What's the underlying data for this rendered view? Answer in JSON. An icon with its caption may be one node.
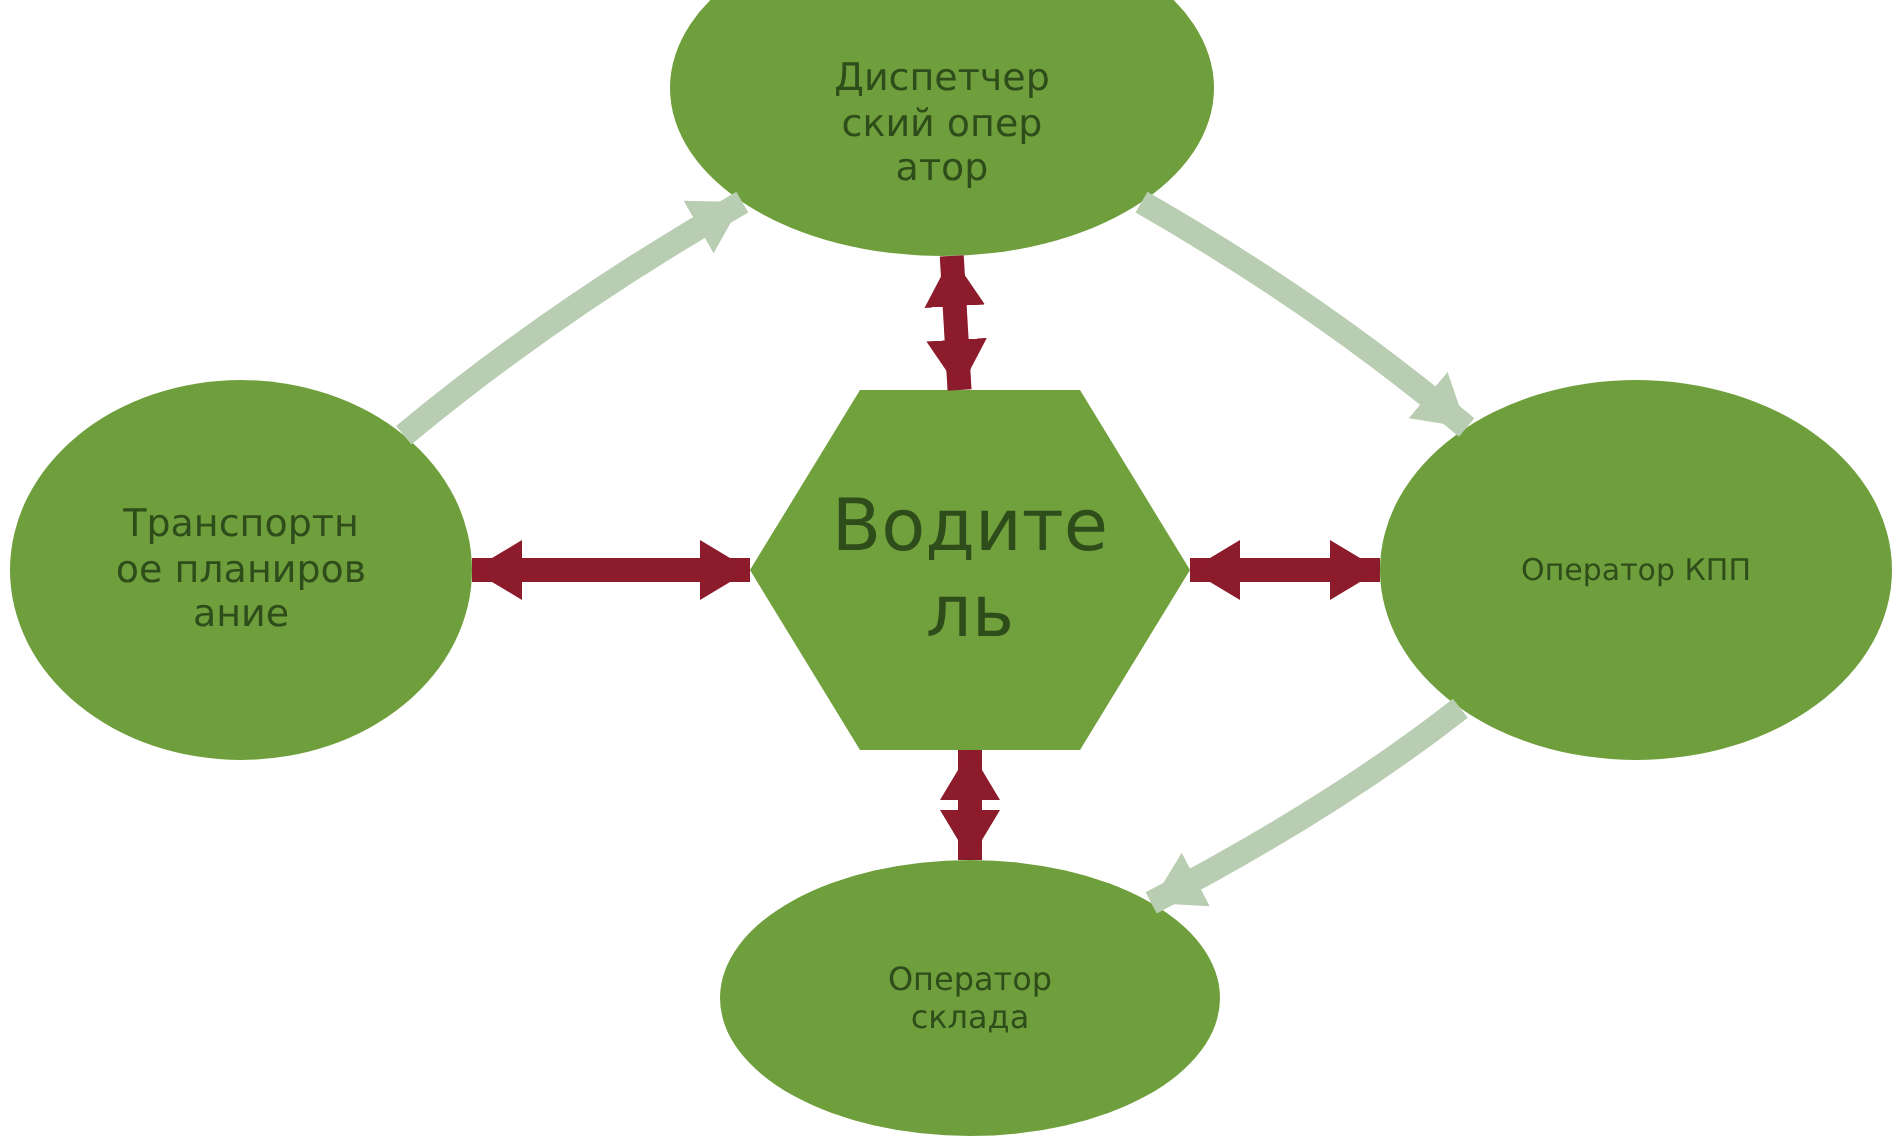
{
  "diagram": {
    "nodes": [
      {
        "text": [
          "Диспетчерский оператор"
        ]
      },
      {
        "text": [
          "Транспортное планирование"
        ]
      },
      {
        "text": [
          "Водитель"
        ]
      },
      {
        "text": [
          "Оператор КПП"
        ]
      },
      {
        "text": [
          "Оператор склада"
        ]
      }
    ],
    "edges": [
      {
        "from": 2,
        "to": 0,
        "arrow": "both"
      },
      {
        "from": 2,
        "to": 1,
        "arrow": "both"
      },
      {
        "from": 2,
        "to": 3,
        "arrow": "both"
      },
      {
        "from": 2,
        "to": 4,
        "arrow": "both"
      },
      {
        "from": 1,
        "to": 0,
        "arrow": "to",
        "color": "#b9cdb2"
      },
      {
        "from": 0,
        "to": 3,
        "arrow": "to",
        "color": "#b9cdb2"
      },
      {
        "from": 3,
        "to": 4,
        "arrow": "to",
        "color": "#b9cdb2"
      }
    ]
  }
}
